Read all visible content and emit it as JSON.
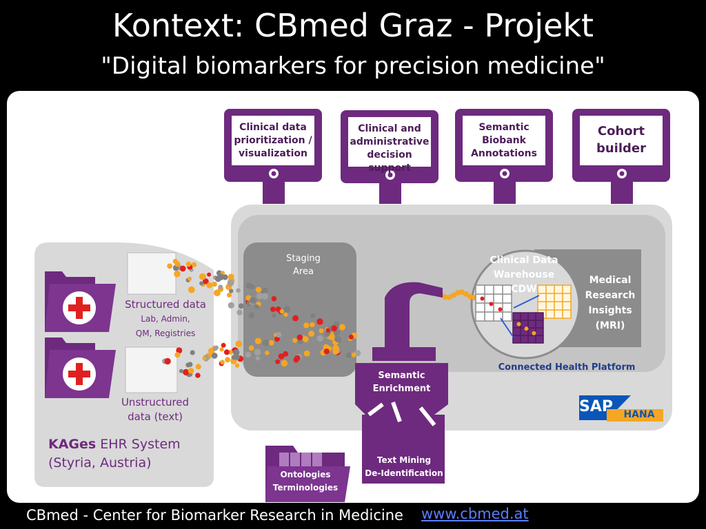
{
  "title": "Kontext: CBmed Graz - Projekt",
  "subtitle": "\"Digital biomarkers for precision medicine\"",
  "monitors": [
    {
      "lines": [
        "Clinical data",
        "prioritization /",
        "visualization"
      ]
    },
    {
      "lines": [
        "Clinical and",
        "administrative",
        "decision support"
      ]
    },
    {
      "lines": [
        "Semantic",
        "Biobank",
        "Annotations"
      ]
    },
    {
      "lines": [
        "Cohort",
        "builder"
      ]
    }
  ],
  "staging": {
    "line1": "Staging",
    "line2": "Area"
  },
  "cdw": {
    "line1": "Clinical Data",
    "line2": "Warehouse",
    "line3": "CDW"
  },
  "mri": {
    "line1": "Medical",
    "line2": "Research",
    "line3": "Insights",
    "line4": "(MRI)"
  },
  "platform_label": "Connected Health Platform",
  "sap": {
    "sap": "SAP",
    "hana": "HANA"
  },
  "semantic": {
    "line1": "Semantic",
    "line2": "Enrichment"
  },
  "textmining": {
    "line1": "Text Mining",
    "line2": "De-Identification"
  },
  "ontologies": {
    "line1": "Ontologies",
    "line2": "Terminologies"
  },
  "structured": {
    "line1": "Structured data",
    "line2": "Lab, Admin,",
    "line3": "QM, Registries"
  },
  "unstructured": {
    "line1": "Unstructured",
    "line2": "data (text)"
  },
  "ehr": {
    "bold": "KAGes",
    "rest": " EHR System",
    "line2": "(Styria, Austria)"
  },
  "footer": {
    "left": "CBmed - Center for Biomarker Research in Medicine",
    "link": "www.cbmed.at"
  },
  "colors": {
    "purple": "#6e2a7e",
    "gray_dark": "#8c8c8c",
    "gray_mid": "#c4c4c4",
    "gray_light": "#d9d9d9",
    "orange": "#f5a623",
    "red": "#e02020",
    "blue_text": "#1f3c8c"
  }
}
